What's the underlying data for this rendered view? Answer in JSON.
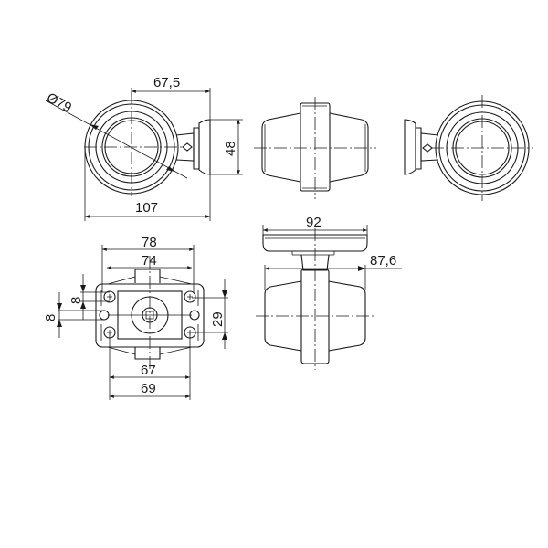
{
  "drawing": {
    "type": "technical-drawing",
    "subject": "marker lamp with bracket — orthographic views",
    "line_color": "#1a1a1a",
    "background": "#ffffff"
  },
  "dimensions": {
    "front_view": {
      "diameter": "Ø79",
      "width_top": "67,5",
      "height_right": "48",
      "width_bottom": "107"
    },
    "side_view_top": {},
    "plan_view": {
      "width_outer": "78",
      "width_inner": "74",
      "hole_pitch_v1": "8",
      "hole_pitch_v2": "8",
      "height_right": "29",
      "width_bottom_1": "67",
      "width_bottom_2": "69"
    },
    "side_view_bottom": {
      "width_top": "92",
      "width_right": "87,6"
    }
  }
}
